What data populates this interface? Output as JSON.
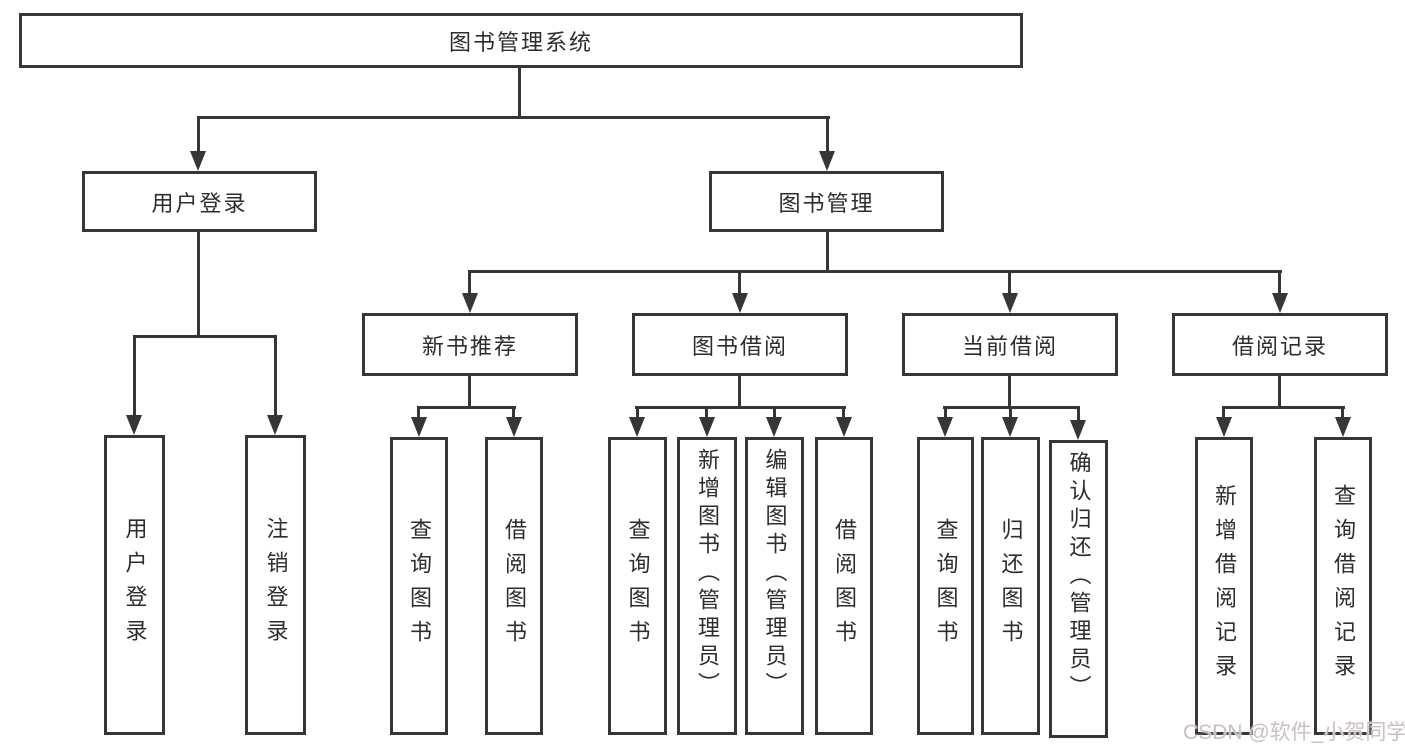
{
  "diagram_title": "图书管理系统",
  "tree": {
    "label": "图书管理系统",
    "children": [
      {
        "label": "用户登录",
        "children": [
          {
            "label": "用户登录"
          },
          {
            "label": "注销登录"
          }
        ]
      },
      {
        "label": "图书管理",
        "children": [
          {
            "label": "新书推荐",
            "children": [
              {
                "label": "查询图书"
              },
              {
                "label": "借阅图书"
              }
            ]
          },
          {
            "label": "图书借阅",
            "children": [
              {
                "label": "查询图书"
              },
              {
                "label": "新增图书（管理员）"
              },
              {
                "label": "编辑图书（管理员）"
              },
              {
                "label": "借阅图书"
              }
            ]
          },
          {
            "label": "当前借阅",
            "children": [
              {
                "label": "查询图书"
              },
              {
                "label": "归还图书"
              },
              {
                "label": "确认归还（管理员）"
              }
            ]
          },
          {
            "label": "借阅记录",
            "children": [
              {
                "label": "新增借阅记录"
              },
              {
                "label": "查询借阅记录"
              }
            ]
          }
        ]
      }
    ]
  },
  "watermark": {
    "text": "CSDN @软件_小贺同学",
    "color": "#ccbfbf"
  },
  "colors": {
    "line": "#363636",
    "box_background": "#ffffff",
    "text": "#2d2d2d"
  }
}
